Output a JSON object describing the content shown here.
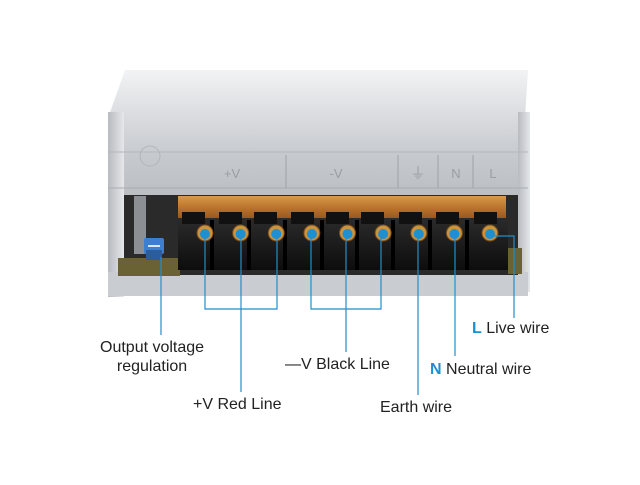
{
  "diagram": {
    "accent_color": "#1e8fd0",
    "case_labels": {
      "plus_v": "+V",
      "minus_v": "-V",
      "earth_symbol": "⏚",
      "n": "N",
      "l": "L"
    },
    "callouts": {
      "output_regulation": {
        "line1": "Output voltage",
        "line2": "regulation"
      },
      "plus_v": "+V Red Line",
      "minus_v": "—V Black Line",
      "earth": "Earth wire",
      "neutral": {
        "letter": "N",
        "text": " Neutral wire"
      },
      "live": {
        "letter": "L",
        "text": " Live wire"
      }
    },
    "terminal_count": 9
  }
}
